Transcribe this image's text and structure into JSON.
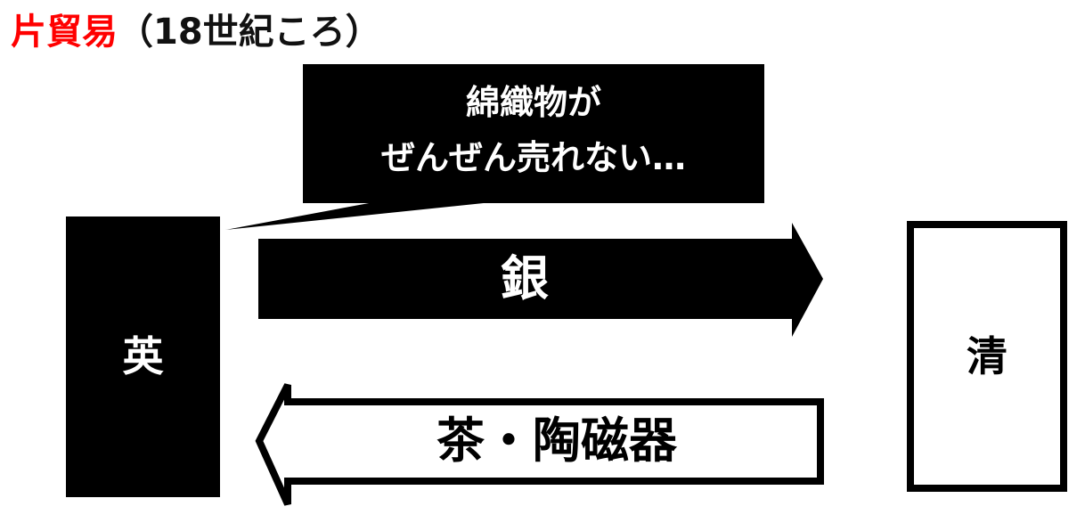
{
  "title": {
    "main": "片貿易",
    "sub": "（18世紀ころ）",
    "main_color": "#ff0000"
  },
  "speech_bubble": {
    "line1": "綿織物が",
    "line2": "ぜんぜん売れない…"
  },
  "countries": {
    "left": "英",
    "right": "清"
  },
  "arrows": {
    "to_right": {
      "label": "銀",
      "style": "filled-black"
    },
    "to_left": {
      "label": "茶・陶磁器",
      "style": "outlined"
    }
  }
}
